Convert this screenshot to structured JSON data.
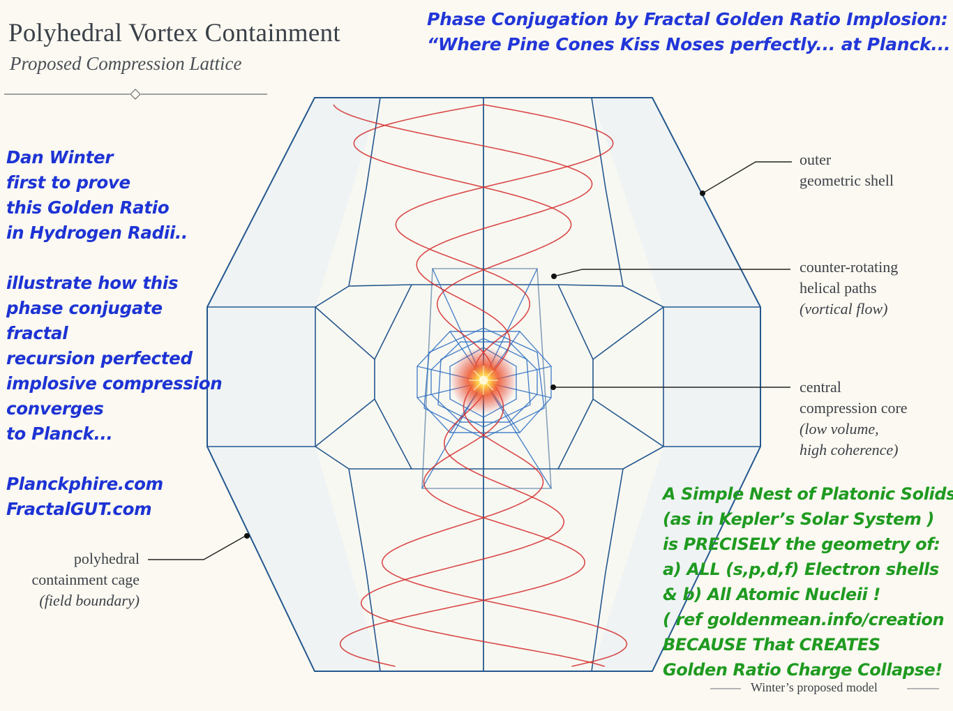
{
  "header": {
    "title": "Polyhedral Vortex Containment",
    "subtitle": "Proposed Compression Lattice"
  },
  "headline": {
    "line1": "Phase Conjugation by Fractal Golden Ratio Implosion:",
    "line2": "“Where Pine Cones Kiss Noses perfectly...  at Planck..."
  },
  "left_notes": {
    "lines": [
      "Dan Winter",
      "first to prove",
      "this Golden Ratio",
      "in Hydrogen Radii..",
      "",
      "illustrate how this",
      "phase conjugate",
      "fractal",
      "recursion perfected",
      "implosive compression",
      "converges",
      "to Planck...",
      "",
      "Planckphire.com",
      "FractalGUT.com"
    ]
  },
  "right_notes": {
    "lines": [
      "A Simple Nest of Platonic Solids",
      "(as in Kepler’s Solar System )",
      "is PRECISELY the  geometry of:",
      "a) ALL (s,p,d,f) Electron shells",
      "& b) All Atomic Nucleii !",
      "( ref    goldenmean.info/creation",
      "BECAUSE That CREATES",
      "Golden Ratio Charge Collapse!"
    ]
  },
  "labels": {
    "outer_shell": {
      "line1": "outer",
      "line2": "geometric shell"
    },
    "helical": {
      "line1": "counter-rotating",
      "line2": "helical paths",
      "line3": "(vortical flow)"
    },
    "core": {
      "line1": "central",
      "line2": "compression core",
      "line3": "(low volume,",
      "line4": "high coherence)"
    },
    "cage": {
      "line1": "polyhedral",
      "line2": "containment cage",
      "line3": "(field boundary)"
    }
  },
  "footer": {
    "text": "Winter’s proposed model"
  },
  "colors": {
    "background": "#fbf9f1",
    "lattice": "#24578e",
    "helix": "#d42a2a",
    "left_text": "#1d33d4",
    "right_text": "#1f9a20",
    "headline": "#2236d8",
    "label": "#3c4047"
  }
}
